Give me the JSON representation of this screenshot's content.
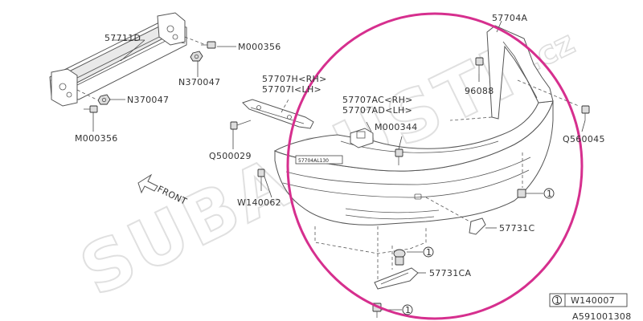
{
  "diagram": {
    "watermark": {
      "main": "SUBARUSTI",
      "suffix": ".cz"
    },
    "callouts": [
      {
        "id": "part-57711D",
        "text": "57711D"
      },
      {
        "id": "part-M000356-top",
        "text": "M000356"
      },
      {
        "id": "part-N370047-top",
        "text": "N370047"
      },
      {
        "id": "part-N370047-mid",
        "text": "N370047"
      },
      {
        "id": "part-M000356-bottom",
        "text": "M000356"
      },
      {
        "id": "part-57707-rh",
        "text": "57707H<RH>"
      },
      {
        "id": "part-57707-lh",
        "text": "57707I<LH>"
      },
      {
        "id": "part-Q500029",
        "text": "Q500029"
      },
      {
        "id": "part-W140062",
        "text": "W140062"
      },
      {
        "id": "part-57707AC",
        "text": "57707AC<RH>"
      },
      {
        "id": "part-57707AD",
        "text": "57707AD<LH>"
      },
      {
        "id": "part-M000344",
        "text": "M000344"
      },
      {
        "id": "part-57704A",
        "text": "57704A"
      },
      {
        "id": "part-96088",
        "text": "96088"
      },
      {
        "id": "part-Q560045",
        "text": "Q560045"
      },
      {
        "id": "part-57731C",
        "text": "57731C"
      },
      {
        "id": "part-57731CA",
        "text": "57731CA"
      }
    ],
    "sticker_label": "57704AL130",
    "front_label": "FRONT",
    "ref_markers": [
      "1",
      "1",
      "1"
    ],
    "legend": {
      "number": "1",
      "code": "W140007"
    },
    "diagram_id": "A591001308",
    "colors": {
      "highlight": "#d62f8e",
      "line": "#555555",
      "text": "#333333",
      "watermark": "#c8c8c8"
    }
  }
}
